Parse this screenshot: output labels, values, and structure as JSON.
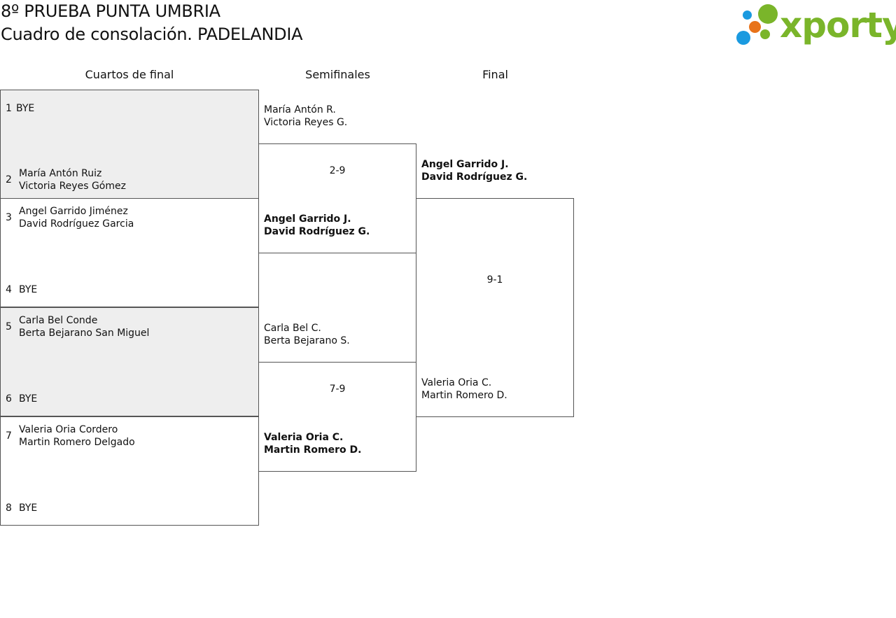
{
  "header": {
    "title_line1": "8º PRUEBA PUNTA UMBRIA",
    "title_line2": "Cuadro de consolación. PADELANDIA",
    "logo_text": "xporty"
  },
  "colors": {
    "logo_green": "#7ab52a",
    "logo_blue": "#1a9ae0",
    "logo_orange": "#e8731a",
    "shaded_row": "#eeeeee",
    "border": "#555555"
  },
  "rounds": {
    "quarterfinals": "Cuartos de final",
    "semifinals": "Semifinales",
    "final": "Final"
  },
  "quarterfinal_slots": [
    {
      "seed": "1",
      "line1": "BYE",
      "line2": ""
    },
    {
      "seed": "2",
      "line1": "María Antón Ruiz",
      "line2": "Victoria Reyes Gómez"
    },
    {
      "seed": "3",
      "line1": "Angel Garrido Jiménez",
      "line2": "David Rodríguez Garcia"
    },
    {
      "seed": "4",
      "line1": "BYE",
      "line2": ""
    },
    {
      "seed": "5",
      "line1": "Carla Bel Conde",
      "line2": "Berta Bejarano San Miguel"
    },
    {
      "seed": "6",
      "line1": "BYE",
      "line2": ""
    },
    {
      "seed": "7",
      "line1": "Valeria Oria Cordero",
      "line2": "Martin Romero Delgado"
    },
    {
      "seed": "8",
      "line1": "BYE",
      "line2": ""
    }
  ],
  "semifinals": [
    {
      "top": {
        "line1": "María Antón R.",
        "line2": "Victoria Reyes G."
      },
      "score": "2-9",
      "bottom": {
        "line1": "Angel Garrido J.",
        "line2": "David Rodríguez G."
      }
    },
    {
      "top": {
        "line1": "Carla Bel C.",
        "line2": "Berta Bejarano S."
      },
      "score": "7-9",
      "bottom": {
        "line1": "Valeria Oria C.",
        "line2": "Martin Romero D."
      }
    }
  ],
  "final": {
    "top": {
      "line1": "Angel Garrido J.",
      "line2": "David Rodríguez G."
    },
    "score": "9-1",
    "bottom": {
      "line1": "Valeria Oria C.",
      "line2": "Martin Romero D."
    }
  }
}
